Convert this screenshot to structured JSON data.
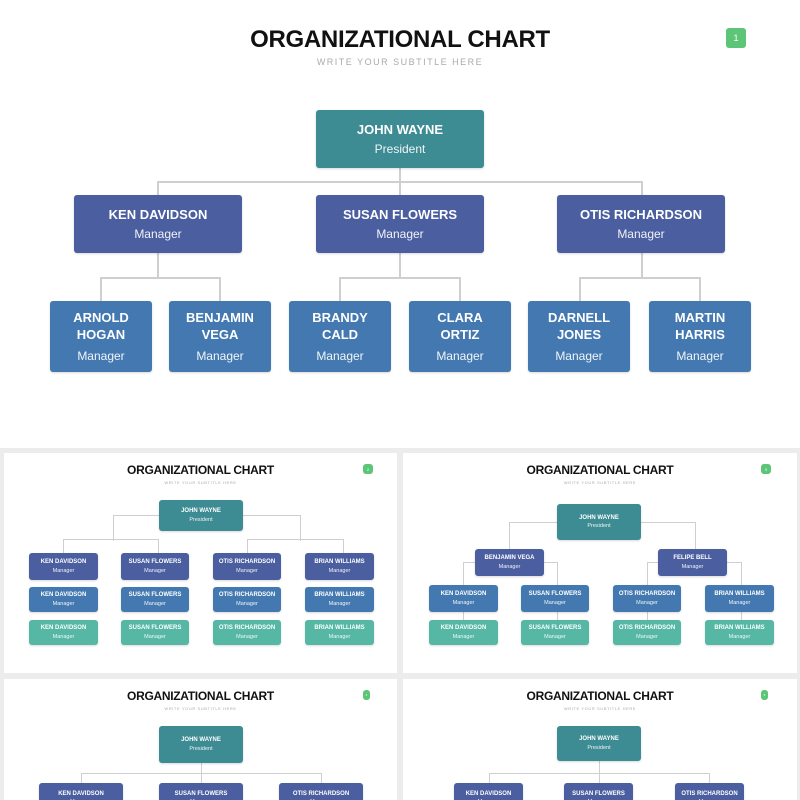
{
  "colors": {
    "president": "#3d8b93",
    "manager_dark": "#4a5ea0",
    "manager_mid": "#4379b0",
    "manager_green": "#55b7a4",
    "badge": "#5cc577"
  },
  "slides": [
    {
      "page": "1",
      "title": "ORGANIZATIONAL CHART",
      "subtitle": "WRITE YOUR SUBTITLE HERE",
      "nodes": [
        {
          "name": "JOHN WAYNE",
          "role": "President"
        },
        {
          "name": "KEN DAVIDSON",
          "role": "Manager"
        },
        {
          "name": "SUSAN FLOWERS",
          "role": "Manager"
        },
        {
          "name": "OTIS RICHARDSON",
          "role": "Manager"
        },
        {
          "name": "ARNOLD HOGAN",
          "role": "Manager"
        },
        {
          "name": "BENJAMIN VEGA",
          "role": "Manager"
        },
        {
          "name": "BRANDY CALD",
          "role": "Manager"
        },
        {
          "name": "CLARA ORTIZ",
          "role": "Manager"
        },
        {
          "name": "DARNELL JONES",
          "role": "Manager"
        },
        {
          "name": "MARTIN HARRIS",
          "role": "Manager"
        }
      ]
    },
    {
      "page": "2",
      "title": "ORGANIZATIONAL CHART",
      "subtitle": "WRITE YOUR SUBTITLE HERE",
      "nodes": [
        {
          "name": "JOHN WAYNE",
          "role": "President"
        },
        {
          "name": "KEN DAVIDSON",
          "role": "Manager"
        },
        {
          "name": "SUSAN FLOWERS",
          "role": "Manager"
        },
        {
          "name": "OTIS RICHARDSON",
          "role": "Manager"
        },
        {
          "name": "BRIAN WILLIAMS",
          "role": "Manager"
        },
        {
          "name": "KEN DAVIDSON",
          "role": "Manager"
        },
        {
          "name": "SUSAN FLOWERS",
          "role": "Manager"
        },
        {
          "name": "OTIS RICHARDSON",
          "role": "Manager"
        },
        {
          "name": "BRIAN WILLIAMS",
          "role": "Manager"
        },
        {
          "name": "KEN DAVIDSON",
          "role": "Manager"
        },
        {
          "name": "SUSAN FLOWERS",
          "role": "Manager"
        },
        {
          "name": "OTIS RICHARDSON",
          "role": "Manager"
        },
        {
          "name": "BRIAN WILLIAMS",
          "role": "Manager"
        }
      ]
    },
    {
      "page": "3",
      "title": "ORGANIZATIONAL CHART",
      "subtitle": "WRITE YOUR SUBTITLE HERE",
      "nodes": [
        {
          "name": "JOHN WAYNE",
          "role": "President"
        },
        {
          "name": "BENJAMIN VEGA",
          "role": "Manager"
        },
        {
          "name": "FELIPE BELL",
          "role": "Manager"
        },
        {
          "name": "KEN DAVIDSON",
          "role": "Manager"
        },
        {
          "name": "SUSAN FLOWERS",
          "role": "Manager"
        },
        {
          "name": "OTIS RICHARDSON",
          "role": "Manager"
        },
        {
          "name": "BRIAN WILLIAMS",
          "role": "Manager"
        },
        {
          "name": "KEN DAVIDSON",
          "role": "Manager"
        },
        {
          "name": "SUSAN FLOWERS",
          "role": "Manager"
        },
        {
          "name": "OTIS RICHARDSON",
          "role": "Manager"
        },
        {
          "name": "BRIAN WILLIAMS",
          "role": "Manager"
        }
      ]
    },
    {
      "page": "4",
      "title": "ORGANIZATIONAL CHART",
      "subtitle": "WRITE YOUR SUBTITLE HERE",
      "nodes": [
        {
          "name": "JOHN WAYNE",
          "role": "President"
        },
        {
          "name": "KEN DAVIDSON",
          "role": "Manager"
        },
        {
          "name": "SUSAN FLOWERS",
          "role": "Manager"
        },
        {
          "name": "OTIS RICHARDSON",
          "role": "Manager"
        }
      ]
    },
    {
      "page": "5",
      "title": "ORGANIZATIONAL CHART",
      "subtitle": "WRITE YOUR SUBTITLE HERE",
      "nodes": [
        {
          "name": "JOHN WAYNE",
          "role": "President"
        },
        {
          "name": "KEN DAVIDSON",
          "role": "Manager"
        },
        {
          "name": "SUSAN FLOWERS",
          "role": "Manager"
        },
        {
          "name": "OTIS RICHARDSON",
          "role": "Manager"
        }
      ]
    }
  ]
}
